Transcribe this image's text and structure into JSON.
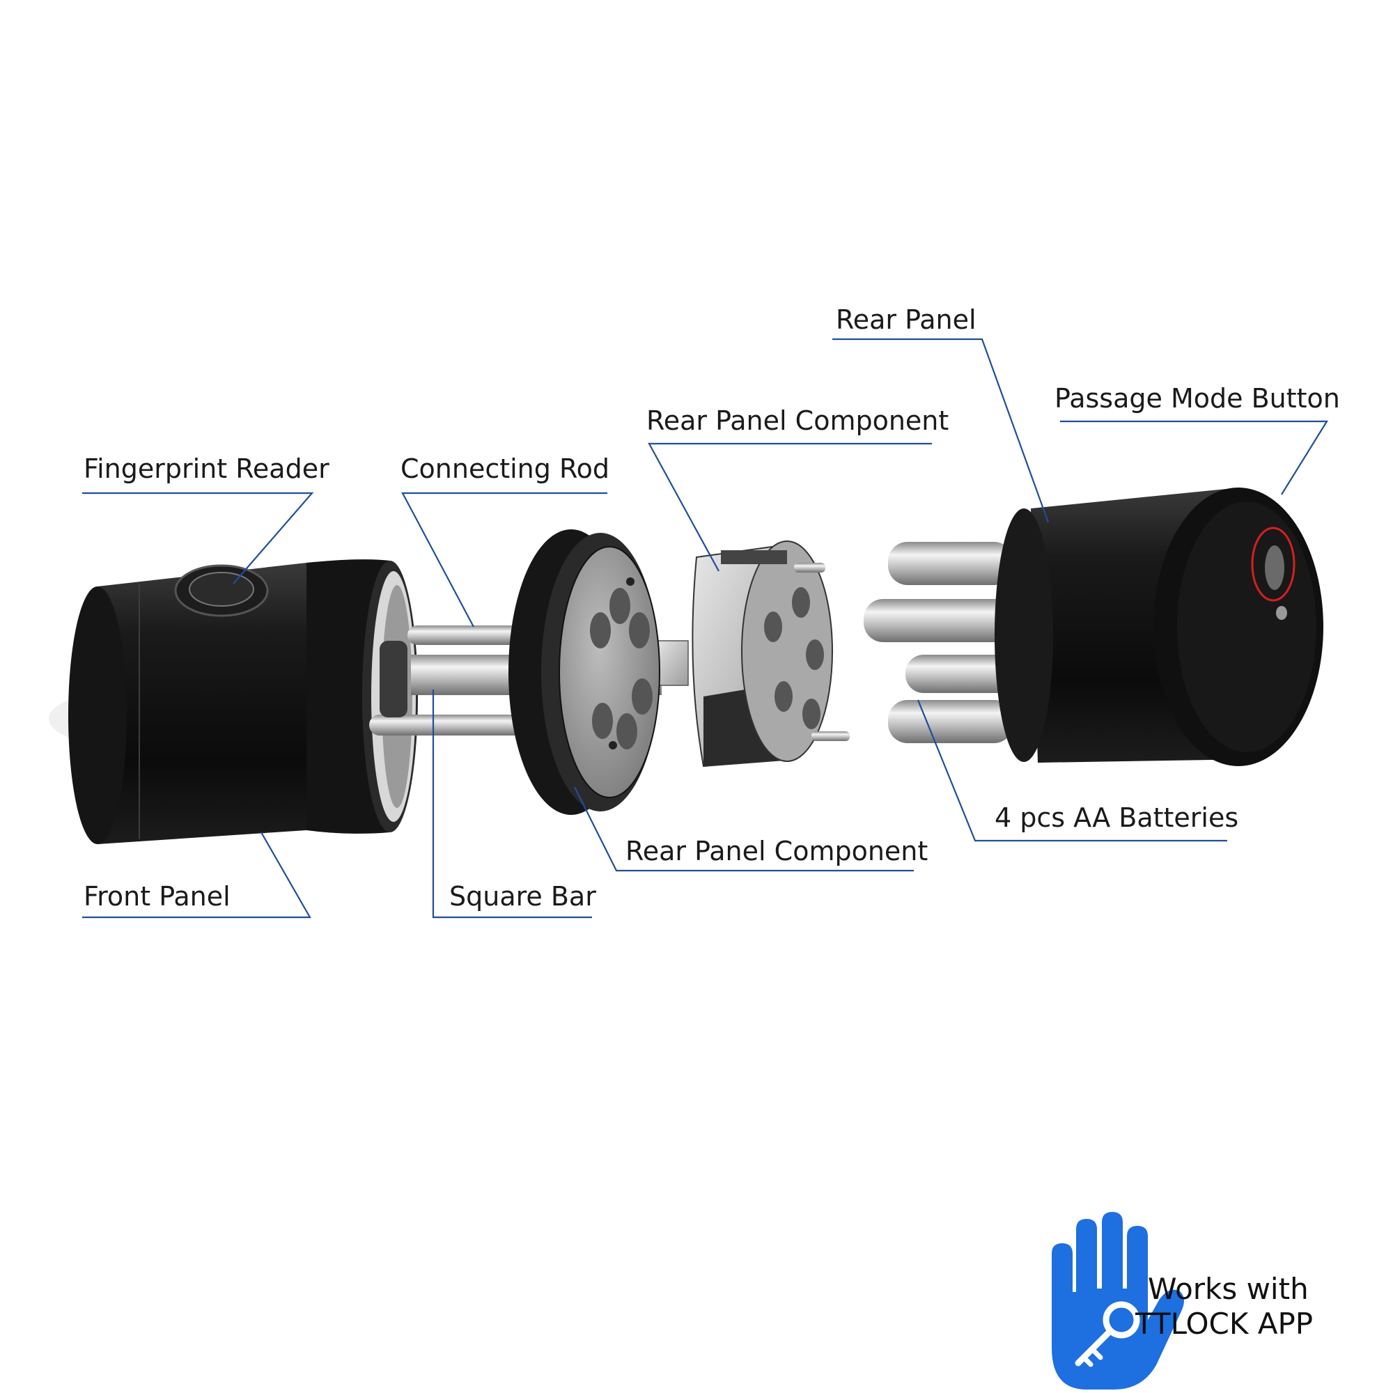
{
  "labels": {
    "fingerprint_reader": "Fingerprint Reader",
    "connecting_rod": "Connecting Rod",
    "rear_panel_component_top": "Rear Panel Component",
    "rear_panel": "Rear Panel",
    "passage_mode_button": "Passage Mode Button",
    "front_panel": "Front Panel",
    "square_bar": "Square Bar",
    "rear_panel_component_bottom": "Rear Panel Component",
    "batteries": "4 pcs AA Batteries"
  },
  "badge": {
    "line1": "Works with",
    "line2": "TTLOCK APP",
    "icon": "hand-key-icon",
    "color": "#1e6fe0"
  },
  "colors": {
    "leader": "#1f4e9a",
    "highlight": "#d42020"
  }
}
